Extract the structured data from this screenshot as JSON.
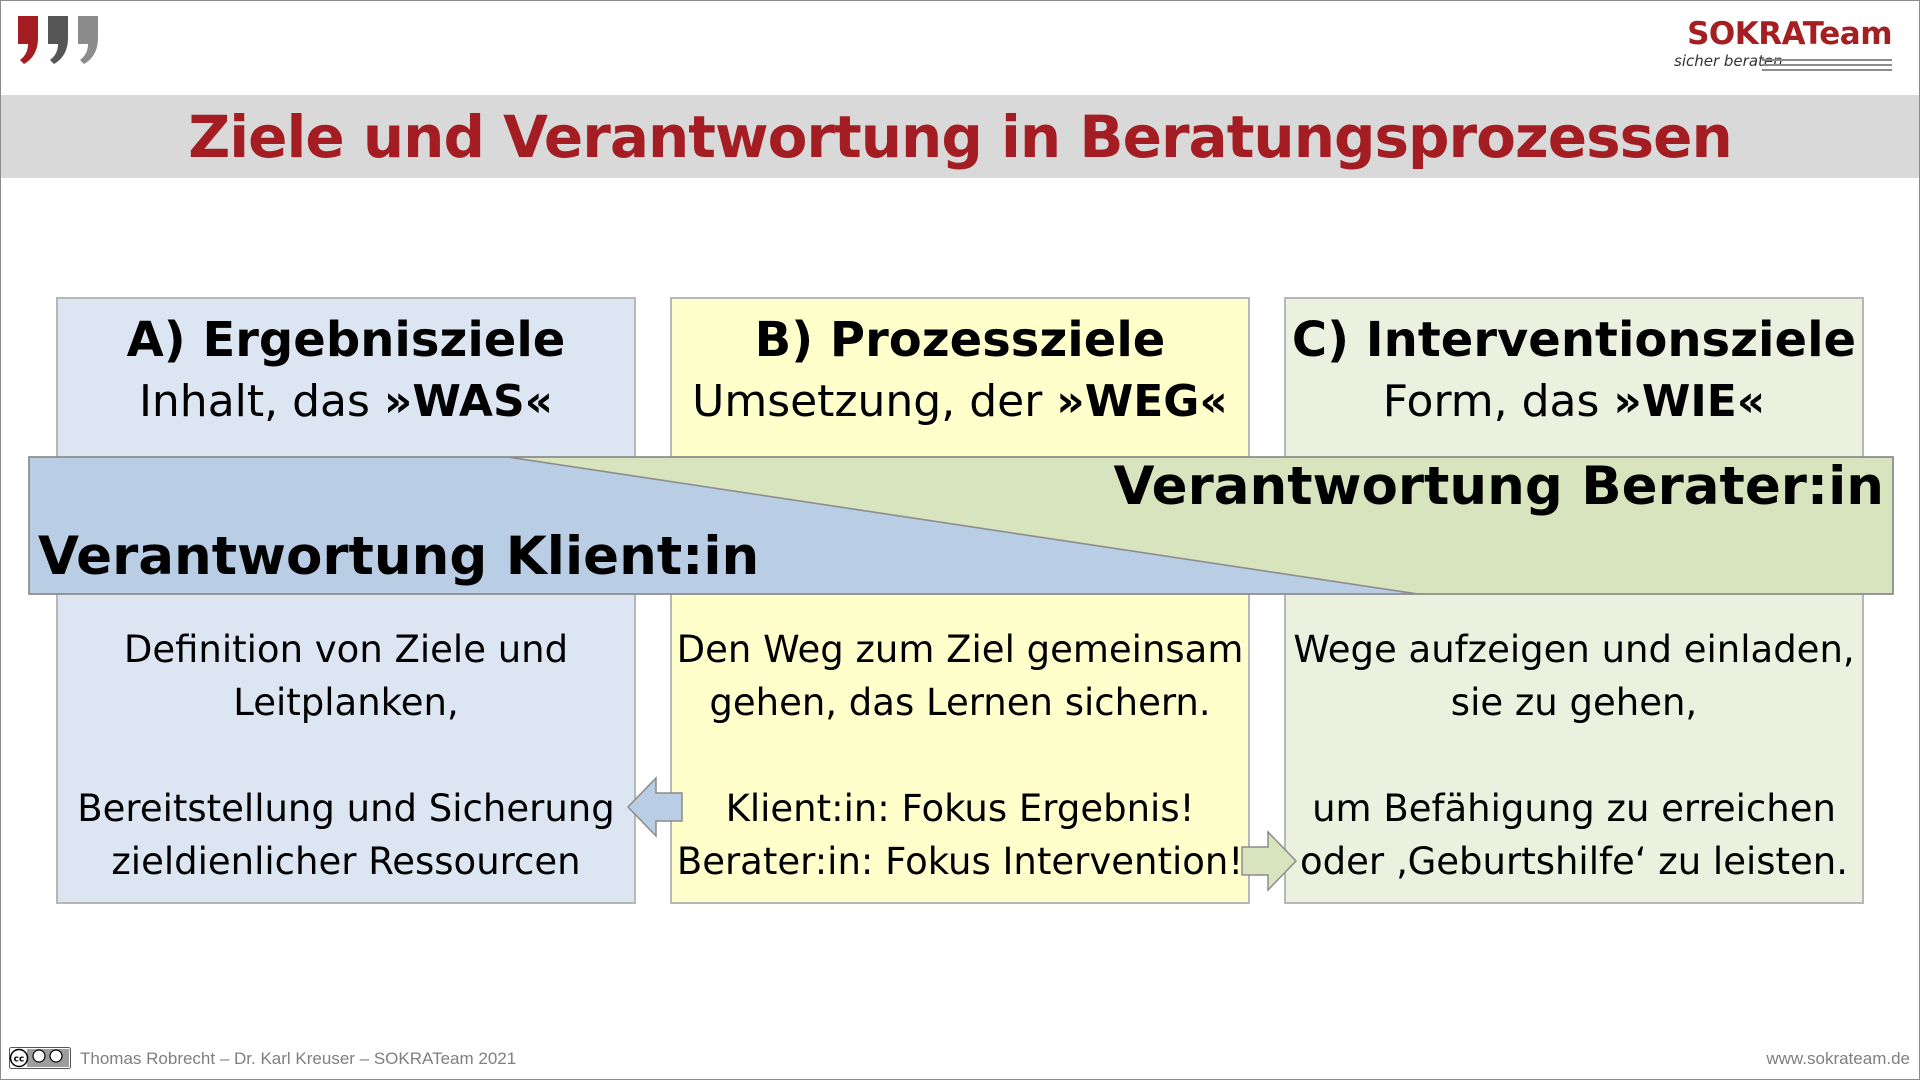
{
  "header": {
    "brand_name": "SOKRATeam",
    "brand_tagline": "sicher beraten",
    "title": "Ziele und Verantwortung in Beratungsprozessen"
  },
  "columns": [
    {
      "title": "A) Ergebnisziele",
      "subtitle_prefix": "Inhalt, das ",
      "subtitle_keyword": "»WAS«",
      "body": [
        "Definition von Ziele und",
        "Leitplanken,",
        "",
        "Bereitstellung und Sicherung",
        "zieldienlicher Ressourcen"
      ]
    },
    {
      "title": "B) Prozessziele",
      "subtitle_prefix": "Umsetzung, der ",
      "subtitle_keyword": "»WEG«",
      "body": [
        "Den Weg zum Ziel gemeinsam",
        "gehen, das Lernen sichern.",
        "",
        "Klient:in: Fokus Ergebnis!",
        "Berater:in: Fokus Intervention!"
      ]
    },
    {
      "title": "C) Interventionsziele",
      "subtitle_prefix": "Form, das ",
      "subtitle_keyword": "»WIE«",
      "body": [
        "Wege aufzeigen und einladen,",
        "sie zu gehen,",
        "",
        "um Befähigung zu erreichen",
        "oder ‚Geburtshilfe‘ zu leisten."
      ]
    }
  ],
  "responsibility": {
    "berater_label": "Verantwortung Berater:in",
    "klient_label": "Verantwortung Klient:in"
  },
  "footer": {
    "left": "Thomas Robrecht – Dr. Karl Kreuser – SOKRATeam 2021",
    "right": "www.sokrateam.de",
    "license": "cc"
  },
  "colors": {
    "accent_red": "#a31d22",
    "col_a": "#dce6f2",
    "col_b": "#ffffcc",
    "col_c": "#ebf1de",
    "klient_blue": "#b9cde5",
    "berater_green": "#d7e4bd"
  }
}
